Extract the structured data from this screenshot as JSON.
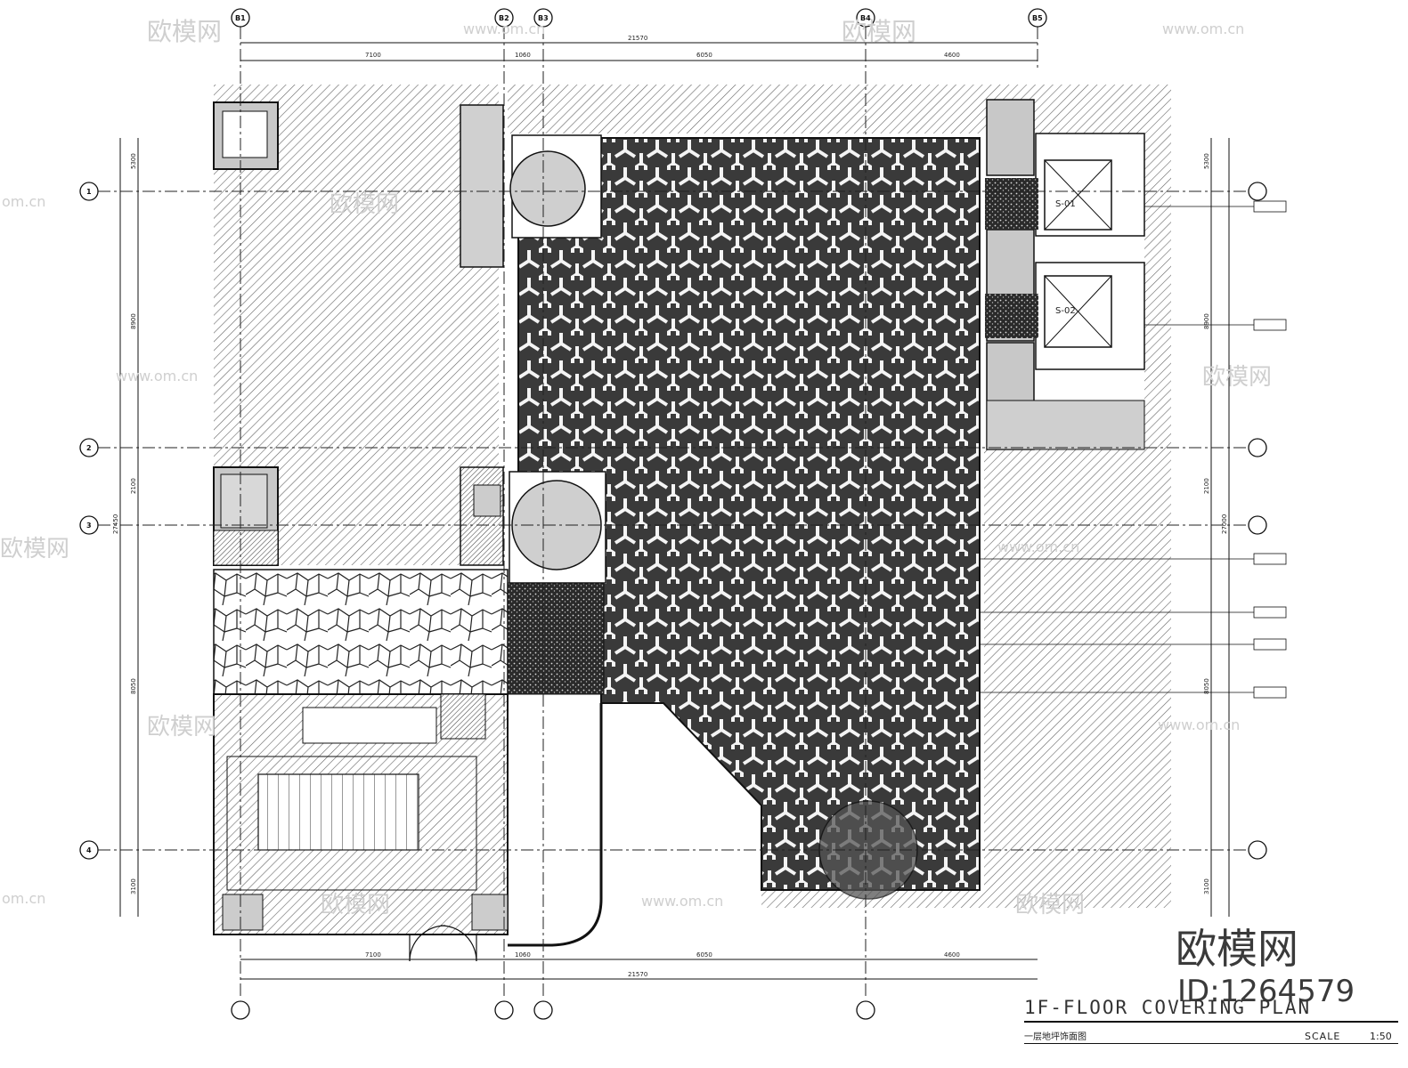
{
  "drawing": {
    "title": "1F-FLOOR  COVERING  PLAN",
    "subtitle": "一层地坪饰面图",
    "scale_label": "SCALE",
    "scale_value": "1:50"
  },
  "grid_labels": {
    "columns": [
      "B1",
      "B2",
      "B3",
      "B4",
      "B5"
    ],
    "rows": [
      "1",
      "2",
      "3",
      "4"
    ]
  },
  "dimensions": {
    "top_total": "21570",
    "top_segments": [
      "7100",
      "1060",
      "6050",
      "4600"
    ],
    "bottom_total": "21570",
    "bottom_segments": [
      "7100",
      "1060",
      "6050",
      "4600"
    ],
    "left_total": "27450",
    "left_segments": [
      "5300",
      "8900",
      "2100",
      "8050",
      "3100"
    ],
    "right_total": "27000",
    "right_segments": [
      "5300",
      "8900",
      "2100",
      "8050",
      "3100"
    ]
  },
  "room_tags": [
    "S-01",
    "S-02"
  ],
  "watermarks": {
    "brand": "欧模网",
    "site": "www.om.cn",
    "site_short": "om.cn",
    "id_text": "ID:1264579"
  },
  "colors": {
    "line": "#1a1a1a",
    "hatch": "#555555",
    "fill_grey": "#cfcfcf",
    "background": "#ffffff"
  }
}
